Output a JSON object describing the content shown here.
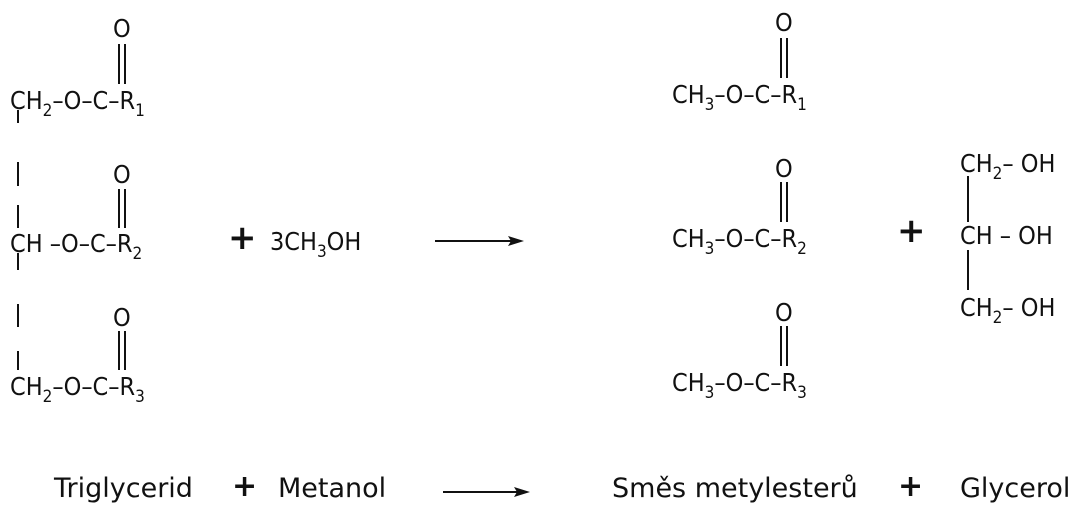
{
  "reactants": {
    "triglyceride": {
      "row1": {
        "prefix": "CH",
        "prefix_sub": "2",
        "chain": "–O–C–R",
        "r_sub": "1",
        "oxygen": "O"
      },
      "row2": {
        "prefix": "CH",
        "chain": " –O–C–R",
        "r_sub": "2",
        "oxygen": "O"
      },
      "row3": {
        "prefix": "CH",
        "prefix_sub": "2",
        "chain": "–O–C–R",
        "r_sub": "3",
        "oxygen": "O"
      }
    },
    "methanol": {
      "pre": "3CH",
      "sub": "3",
      "post": "OH"
    }
  },
  "products": {
    "esters": [
      {
        "prefix": "CH",
        "prefix_sub": "3",
        "chain": "–O–C–R",
        "r_sub": "1",
        "oxygen": "O"
      },
      {
        "prefix": "CH",
        "prefix_sub": "3",
        "chain": "–O–C–R",
        "r_sub": "2",
        "oxygen": "O"
      },
      {
        "prefix": "CH",
        "prefix_sub": "3",
        "chain": "–O–C–R",
        "r_sub": "3",
        "oxygen": "O"
      }
    ],
    "glycerol": {
      "row1": {
        "prefix": "CH",
        "prefix_sub": "2",
        "post": "– OH"
      },
      "row2": {
        "prefix": "CH",
        "post": "  – OH"
      },
      "row3": {
        "prefix": "CH",
        "prefix_sub": "2",
        "post": "– OH"
      }
    }
  },
  "operators": {
    "plus": "+"
  },
  "labels": {
    "triglyceride": "Triglycerid",
    "methanol": "Metanol",
    "esters": "Směs metylesterů",
    "glycerol": "Glycerol"
  }
}
